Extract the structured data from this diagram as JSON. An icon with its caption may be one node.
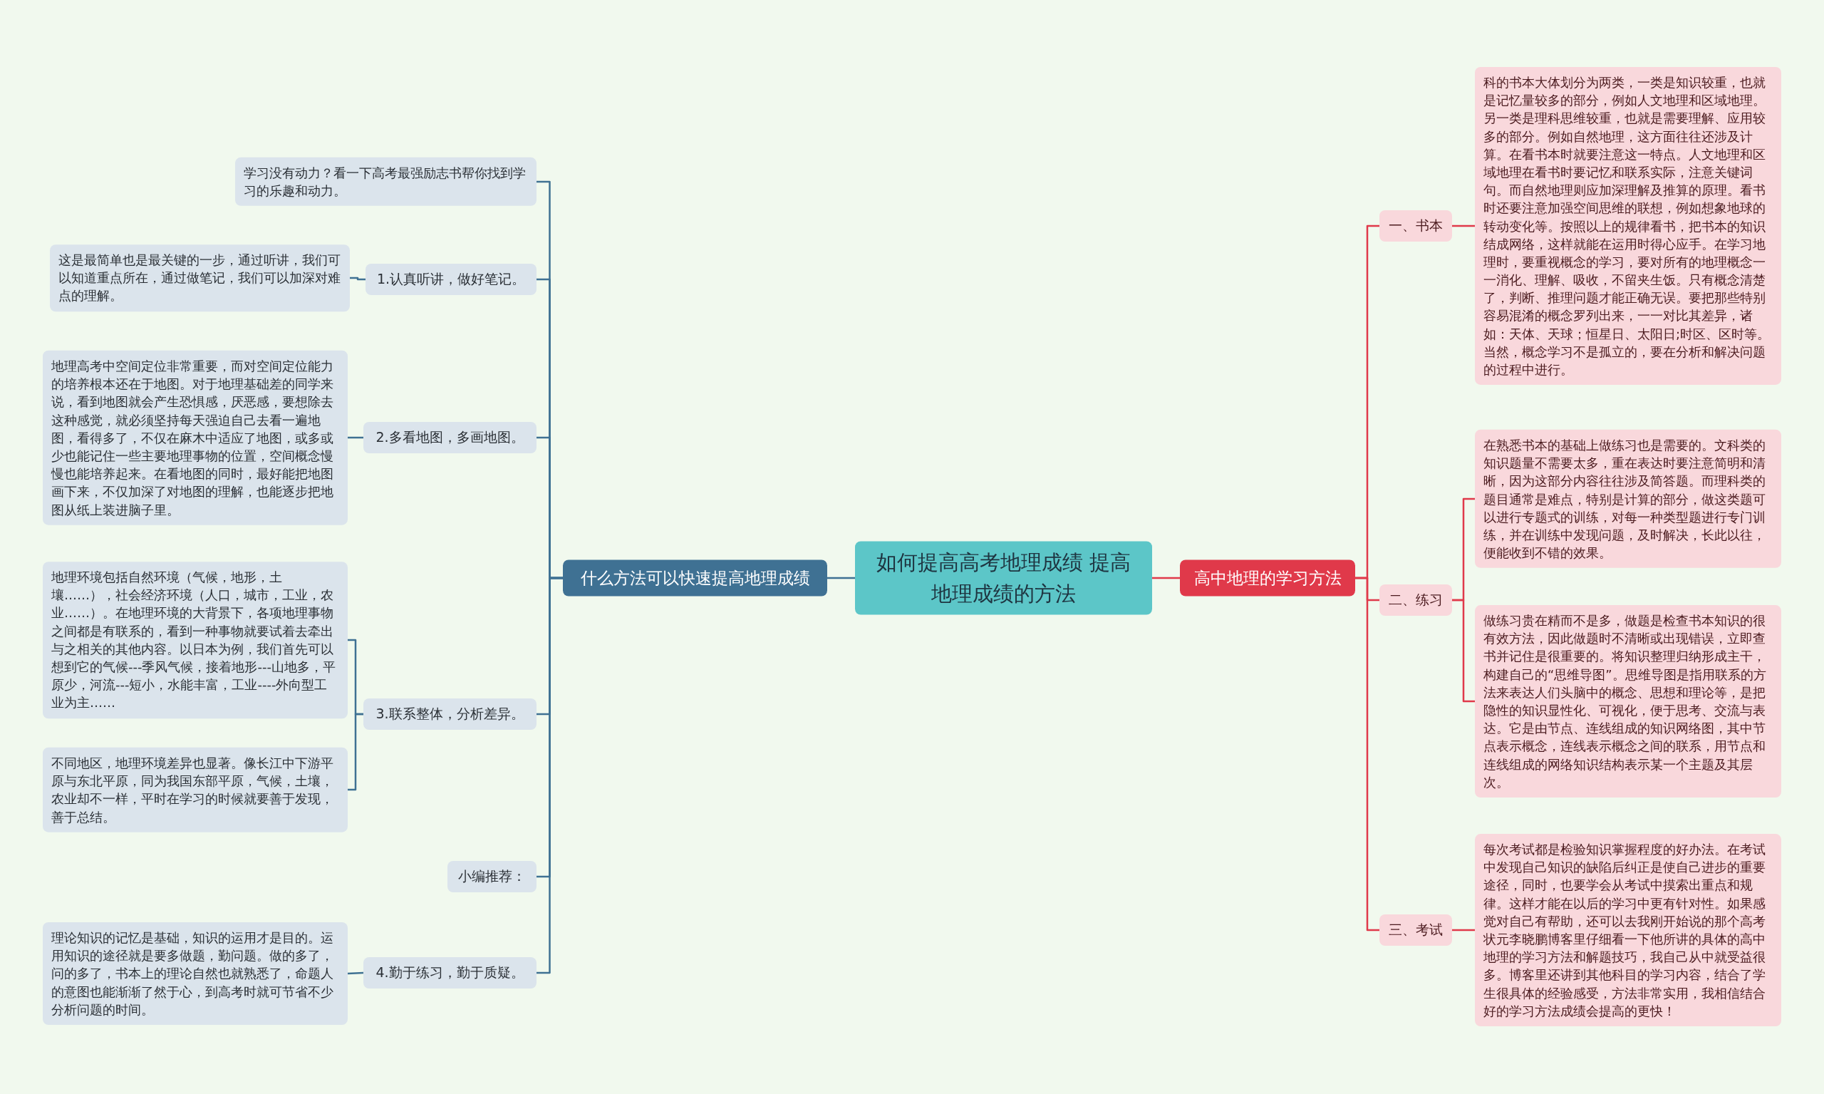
{
  "diagram": {
    "nodes": [
      {
        "text": [
          "如何提高高考地理成绩 提高地理成绩的方法"
        ]
      },
      {
        "text": [
          "什么方法可以快速提高地理成绩"
        ]
      },
      {
        "text": [
          "高中地理的学习方法"
        ]
      },
      {
        "text": [
          "学习没有动力？看一下高考最强励志书帮你找到学习的乐趣和动力。"
        ]
      },
      {
        "text": [
          "1.认真听讲，做好笔记。"
        ]
      },
      {
        "text": [
          "这是最简单也是最关键的一步，通过听讲，我们可以知道重点所在，通过做笔记，我们可以加深对难点的理解。"
        ]
      },
      {
        "text": [
          "2.多看地图，多画地图。"
        ]
      },
      {
        "text": [
          "地理高考中空间定位非常重要，而对空间定位能力的培养根本还在于地图。对于地理基础差的同学来说，看到地图就会产生恐惧感，厌恶感，要想除去这种感觉，就必须坚持每天强迫自己去看一遍地图，看得多了，不仅在麻木中适应了地图，或多或少也能记住一些主要地理事物的位置，空间概念慢慢也能培养起来。在看地图的同时，最好能把地图画下来，不仅加深了对地图的理解，也能逐步把地图从纸上装进脑子里。"
        ]
      },
      {
        "text": [
          "3.联系整体，分析差异。"
        ]
      },
      {
        "text": [
          "地理环境包括自然环境（气候，地形，土壤……），社会经济环境（人口，城市，工业，农业……）。在地理环境的大背景下，各项地理事物之间都是有联系的，看到一种事物就要试着去牵出与之相关的其他内容。以日本为例，我们首先可以想到它的气候---季风气候，接着地形---山地多，平原少，河流---短小，水能丰富，工业----外向型工业为主……"
        ]
      },
      {
        "text": [
          "不同地区，地理环境差异也显著。像长江中下游平原与东北平原，同为我国东部平原，气候，土壤，农业却不一样，平时在学习的时候就要善于发现，善于总结。"
        ]
      },
      {
        "text": [
          "小编推荐："
        ]
      },
      {
        "text": [
          "4.勤于练习，勤于质疑。"
        ]
      },
      {
        "text": [
          "理论知识的记忆是基础，知识的运用才是目的。运用知识的途径就是要多做题，勤问题。做的多了，问的多了，书本上的理论自然也就熟悉了，命题人的意图也能渐渐了然于心，到高考时就可节省不少分析问题的时间。"
        ]
      },
      {
        "text": [
          "一、书本"
        ]
      },
      {
        "text": [
          "科的书本大体划分为两类，一类是知识较重，也就是记忆量较多的部分，例如人文地理和区域地理。另一类是理科思维较重，也就是需要理解、应用较多的部分。例如自然地理，这方面往往还涉及计算。在看书本时就要注意这一特点。人文地理和区域地理在看书时要记忆和联系实际，注意关键词句。而自然地理则应加深理解及推算的原理。看书时还要注意加强空间思维的联想，例如想象地球的转动变化等。按照以上的规律看书，把书本的知识结成网络，这样就能在运用时得心应手。在学习地理时，要重视概念的学习，要对所有的地理概念一一消化、理解、吸收，不留夹生饭。只有概念清楚了，判断、推理问题才能正确无误。要把那些特别容易混淆的概念罗列出来，一一对比其差异，诸如：天体、天球；恒星日、太阳日;时区、区时等。当然，概念学习不是孤立的，要在分析和解决问题的过程中进行。"
        ]
      },
      {
        "text": [
          "二、练习"
        ]
      },
      {
        "text": [
          "在熟悉书本的基础上做练习也是需要的。文科类的知识题量不需要太多，重在表达时要注意简明和清晰，因为这部分内容往往涉及简答题。而理科类的题目通常是难点，特别是计算的部分，做这类题可以进行专题式的训练，对每一种类型题进行专门训练，并在训练中发现问题，及时解决，长此以往，便能收到不错的效果。"
        ]
      },
      {
        "text": [
          "做练习贵在精而不是多，做题是检查书本知识的很有效方法，因此做题时不清晰或出现错误，立即查书并记住是很重要的。将知识整理归纳形成主干，构建自己的“思维导图”。思维导图是指用联系的方法来表达人们头脑中的概念、思想和理论等，是把隐性的知识显性化、可视化，便于思考、交流与表达。它是由节点、连线组成的知识网络图，其中节点表示概念，连线表示概念之间的联系，用节点和连线组成的网络知识结构表示某一个主题及其层次。"
        ]
      },
      {
        "text": [
          "三、考试"
        ]
      },
      {
        "text": [
          "每次考试都是检验知识掌握程度的好办法。在考试中发现自己知识的缺陷后纠正是使自己进步的重要途径，同时，也要学会从考试中摸索出重点和规律。这样才能在以后的学习中更有针对性。如果感觉对自己有帮助，还可以去我刚开始说的那个高考状元李晓鹏博客里仔细看一下他所讲的具体的高中地理的学习方法和解题技巧，我自己从中就受益很多。博客里还讲到其他科目的学习内容，结合了学生很具体的经验感受，方法非常实用，我相信结合好的学习方法成绩会提高的更快！"
        ]
      }
    ],
    "edges": [
      {
        "from": 0,
        "to": 1,
        "arrow": "none"
      },
      {
        "from": 0,
        "to": 2,
        "arrow": "none",
        "color": "#e0394a"
      },
      {
        "from": 1,
        "to": 3,
        "arrow": "none"
      },
      {
        "from": 1,
        "to": 4,
        "arrow": "none"
      },
      {
        "from": 4,
        "to": 5,
        "arrow": "none"
      },
      {
        "from": 1,
        "to": 6,
        "arrow": "none"
      },
      {
        "from": 6,
        "to": 7,
        "arrow": "none"
      },
      {
        "from": 1,
        "to": 8,
        "arrow": "none"
      },
      {
        "from": 8,
        "to": 9,
        "arrow": "none"
      },
      {
        "from": 8,
        "to": 10,
        "arrow": "none"
      },
      {
        "from": 1,
        "to": 11,
        "arrow": "none"
      },
      {
        "from": 1,
        "to": 12,
        "arrow": "none"
      },
      {
        "from": 12,
        "to": 13,
        "arrow": "none"
      },
      {
        "from": 2,
        "to": 14,
        "arrow": "none",
        "color": "#e0394a"
      },
      {
        "from": 14,
        "to": 15,
        "arrow": "none",
        "color": "#e0394a"
      },
      {
        "from": 2,
        "to": 16,
        "arrow": "none",
        "color": "#e0394a"
      },
      {
        "from": 16,
        "to": 17,
        "arrow": "none",
        "color": "#e0394a"
      },
      {
        "from": 16,
        "to": 18,
        "arrow": "none",
        "color": "#e0394a"
      },
      {
        "from": 2,
        "to": 19,
        "arrow": "none",
        "color": "#e0394a"
      },
      {
        "from": 19,
        "to": 20,
        "arrow": "none",
        "color": "#e0394a"
      }
    ]
  }
}
